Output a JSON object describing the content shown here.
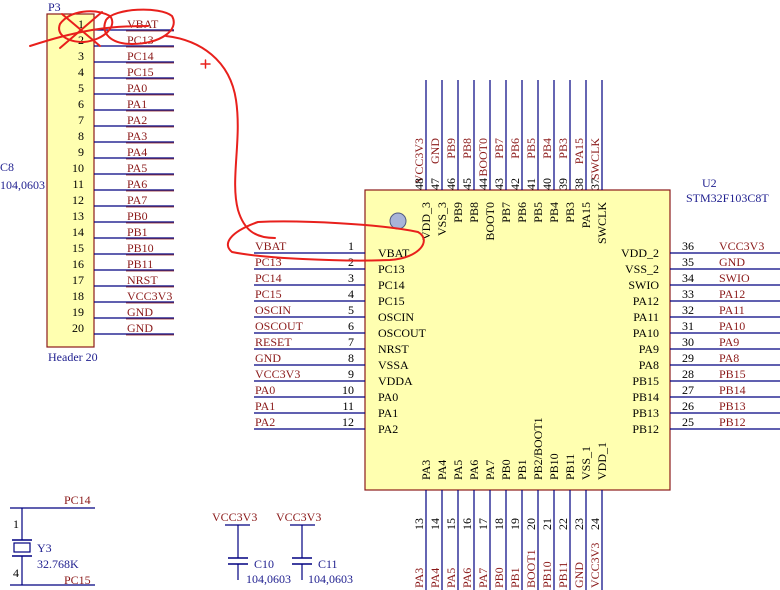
{
  "header": {
    "ref": "P3",
    "name": "Header 20",
    "pins": [
      "1",
      "2",
      "3",
      "4",
      "5",
      "6",
      "7",
      "8",
      "9",
      "10",
      "11",
      "12",
      "13",
      "14",
      "15",
      "16",
      "17",
      "18",
      "19",
      "20"
    ],
    "nets": [
      "VBAT",
      "PC13",
      "PC14",
      "PC15",
      "PA0",
      "PA1",
      "PA2",
      "PA3",
      "PA4",
      "PA5",
      "PA6",
      "PA7",
      "PB0",
      "PB1",
      "PB10",
      "PB11",
      "NRST",
      "VCC3V3",
      "GND",
      "GND"
    ]
  },
  "left_fragment": {
    "ref": "C8",
    "value": "104,0603"
  },
  "chip": {
    "ref": "U2",
    "part": "STM32F103C8T",
    "left_pins": [
      {
        "num": "1",
        "name": "VBAT",
        "net": "VBAT"
      },
      {
        "num": "2",
        "name": "PC13",
        "net": "PC13"
      },
      {
        "num": "3",
        "name": "PC14",
        "net": "PC14"
      },
      {
        "num": "4",
        "name": "PC15",
        "net": "PC15"
      },
      {
        "num": "5",
        "name": "OSCIN",
        "net": "OSCIN"
      },
      {
        "num": "6",
        "name": "OSCOUT",
        "net": "OSCOUT"
      },
      {
        "num": "7",
        "name": "NRST",
        "net": "RESET"
      },
      {
        "num": "8",
        "name": "VSSA",
        "net": "GND"
      },
      {
        "num": "9",
        "name": "VDDA",
        "net": "VCC3V3"
      },
      {
        "num": "10",
        "name": "PA0",
        "net": "PA0"
      },
      {
        "num": "11",
        "name": "PA1",
        "net": "PA1"
      },
      {
        "num": "12",
        "name": "PA2",
        "net": "PA2"
      }
    ],
    "right_pins": [
      {
        "num": "36",
        "name": "VDD_2",
        "net": "VCC3V3"
      },
      {
        "num": "35",
        "name": "VSS_2",
        "net": "GND"
      },
      {
        "num": "34",
        "name": "SWIO",
        "net": "SWIO"
      },
      {
        "num": "33",
        "name": "PA12",
        "net": "PA12"
      },
      {
        "num": "32",
        "name": "PA11",
        "net": "PA11"
      },
      {
        "num": "31",
        "name": "PA10",
        "net": "PA10"
      },
      {
        "num": "30",
        "name": "PA9",
        "net": "PA9"
      },
      {
        "num": "29",
        "name": "PA8",
        "net": "PA8"
      },
      {
        "num": "28",
        "name": "PB15",
        "net": "PB15"
      },
      {
        "num": "27",
        "name": "PB14",
        "net": "PB14"
      },
      {
        "num": "26",
        "name": "PB13",
        "net": "PB13"
      },
      {
        "num": "25",
        "name": "PB12",
        "net": "PB12"
      }
    ],
    "top_pins": [
      {
        "num": "48",
        "name": "VDD_3",
        "net": "VCC3V3"
      },
      {
        "num": "47",
        "name": "VSS_3",
        "net": "GND"
      },
      {
        "num": "46",
        "name": "PB9",
        "net": "PB9"
      },
      {
        "num": "45",
        "name": "PB8",
        "net": "PB8"
      },
      {
        "num": "44",
        "name": "BOOT0",
        "net": "BOOT0"
      },
      {
        "num": "43",
        "name": "PB7",
        "net": "PB7"
      },
      {
        "num": "42",
        "name": "PB6",
        "net": "PB6"
      },
      {
        "num": "41",
        "name": "PB5",
        "net": "PB5"
      },
      {
        "num": "40",
        "name": "PB4",
        "net": "PB4"
      },
      {
        "num": "39",
        "name": "PB3",
        "net": "PB3"
      },
      {
        "num": "38",
        "name": "PA15",
        "net": "PA15"
      },
      {
        "num": "37",
        "name": "SWCLK",
        "net": "SWCLK"
      }
    ],
    "bottom_pins": [
      {
        "num": "13",
        "name": "PA3",
        "net": "PA3"
      },
      {
        "num": "14",
        "name": "PA4",
        "net": "PA4"
      },
      {
        "num": "15",
        "name": "PA5",
        "net": "PA5"
      },
      {
        "num": "16",
        "name": "PA6",
        "net": "PA6"
      },
      {
        "num": "17",
        "name": "PA7",
        "net": "PA7"
      },
      {
        "num": "18",
        "name": "PB0",
        "net": "PB0"
      },
      {
        "num": "19",
        "name": "PB1",
        "net": "PB1"
      },
      {
        "num": "20",
        "name": "PB2/BOOT1",
        "net": "BOOT1"
      },
      {
        "num": "21",
        "name": "PB10",
        "net": "PB10"
      },
      {
        "num": "22",
        "name": "PB11",
        "net": "PB11"
      },
      {
        "num": "23",
        "name": "VSS_1",
        "net": "GND"
      },
      {
        "num": "24",
        "name": "VDD_1",
        "net": "VCC3V3"
      }
    ]
  },
  "crystal": {
    "ref": "Y3",
    "value": "32.768K",
    "net_top": "PC14",
    "net_bottom": "PC15",
    "pin_top": "1",
    "pin_bottom": "4"
  },
  "caps": [
    {
      "ref": "C10",
      "value": "104,0603",
      "net": "VCC3V3"
    },
    {
      "ref": "C11",
      "value": "104,0603",
      "net": "VCC3V3"
    }
  ],
  "colors": {
    "body_fill": "#ffffb0",
    "body_stroke": "#8b1a1a",
    "wire": "#000080",
    "net_text": "#8b1a1a",
    "designator_text": "#1f1f8f",
    "annotation": "#e8201c",
    "marker_fill": "#a8b4d8"
  }
}
